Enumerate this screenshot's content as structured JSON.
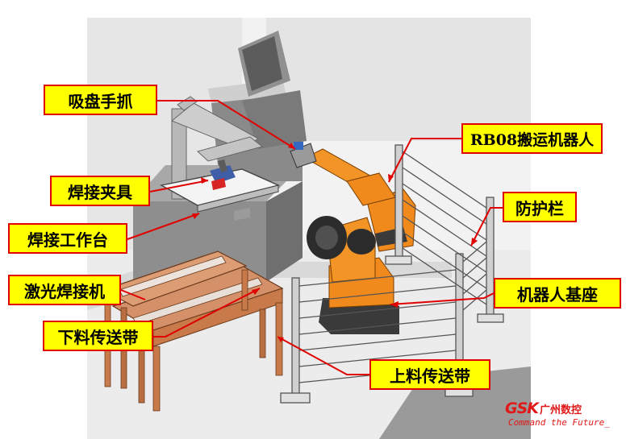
{
  "callouts": {
    "gripper": "吸盘手抓",
    "robot": "RB08搬运机器人",
    "fixture": "焊接夹具",
    "fence": "防护栏",
    "worktable": "焊接工作台",
    "laser_welder": "激光焊接机",
    "robot_base": "机器人基座",
    "unload_conveyor": "下料传送带",
    "load_conveyor": "上料传送带"
  },
  "logo": {
    "brand": "GSK",
    "name_cn": "广州数控",
    "slogan": "Command the Future_"
  },
  "colors": {
    "callout_fill": "#ffff00",
    "callout_border": "#e00000",
    "leader_line": "#e00000",
    "robot_orange": "#f08a1c",
    "conveyor_wood": "#c87a4a",
    "machine_grey": "#8c8c8c",
    "brand_red": "#e01818"
  }
}
